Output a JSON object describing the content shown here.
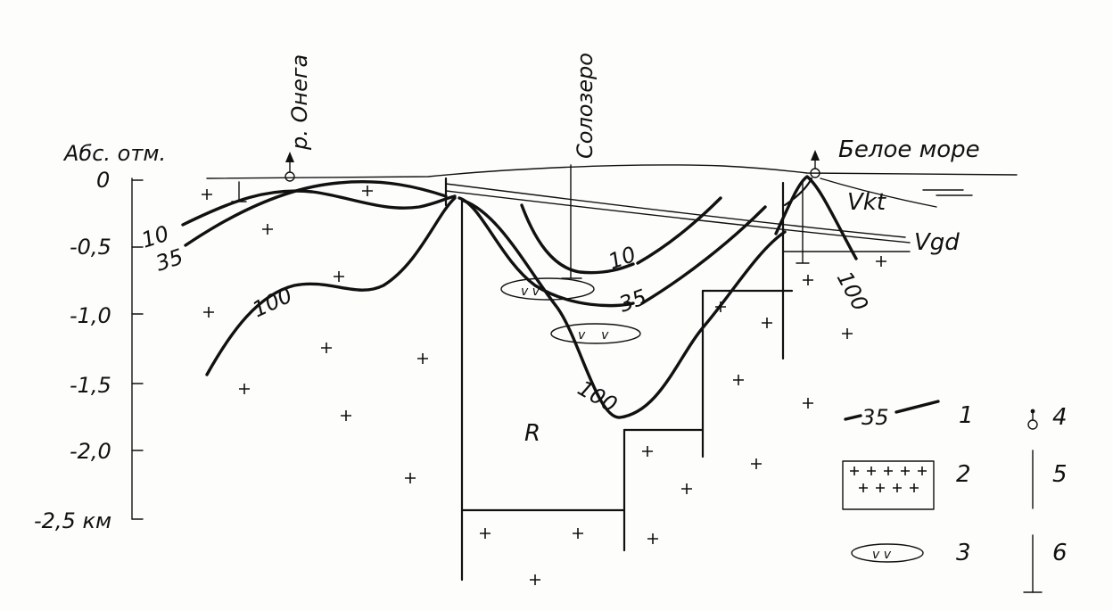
{
  "axis": {
    "title": "Абс. отм.",
    "ticks": [
      "0",
      "-0,5",
      "-1,0",
      "-1,5",
      "-2,0",
      "-2,5 км"
    ]
  },
  "places": {
    "onega": "р. Онега",
    "solozero": "Солозеро",
    "beloe_more": "Белое море"
  },
  "strata": {
    "vkt": "Vkt",
    "vgd": "Vgd",
    "r": "R"
  },
  "isolines": {
    "a10": "10",
    "a35": "35",
    "a100": "100",
    "b10": "10",
    "b35": "35",
    "b100": "100",
    "c100": "100"
  },
  "legend": {
    "n1": "1",
    "n2": "2",
    "n3": "3",
    "n4": "4",
    "n5": "5",
    "n6": "6",
    "sample_value": "35"
  }
}
